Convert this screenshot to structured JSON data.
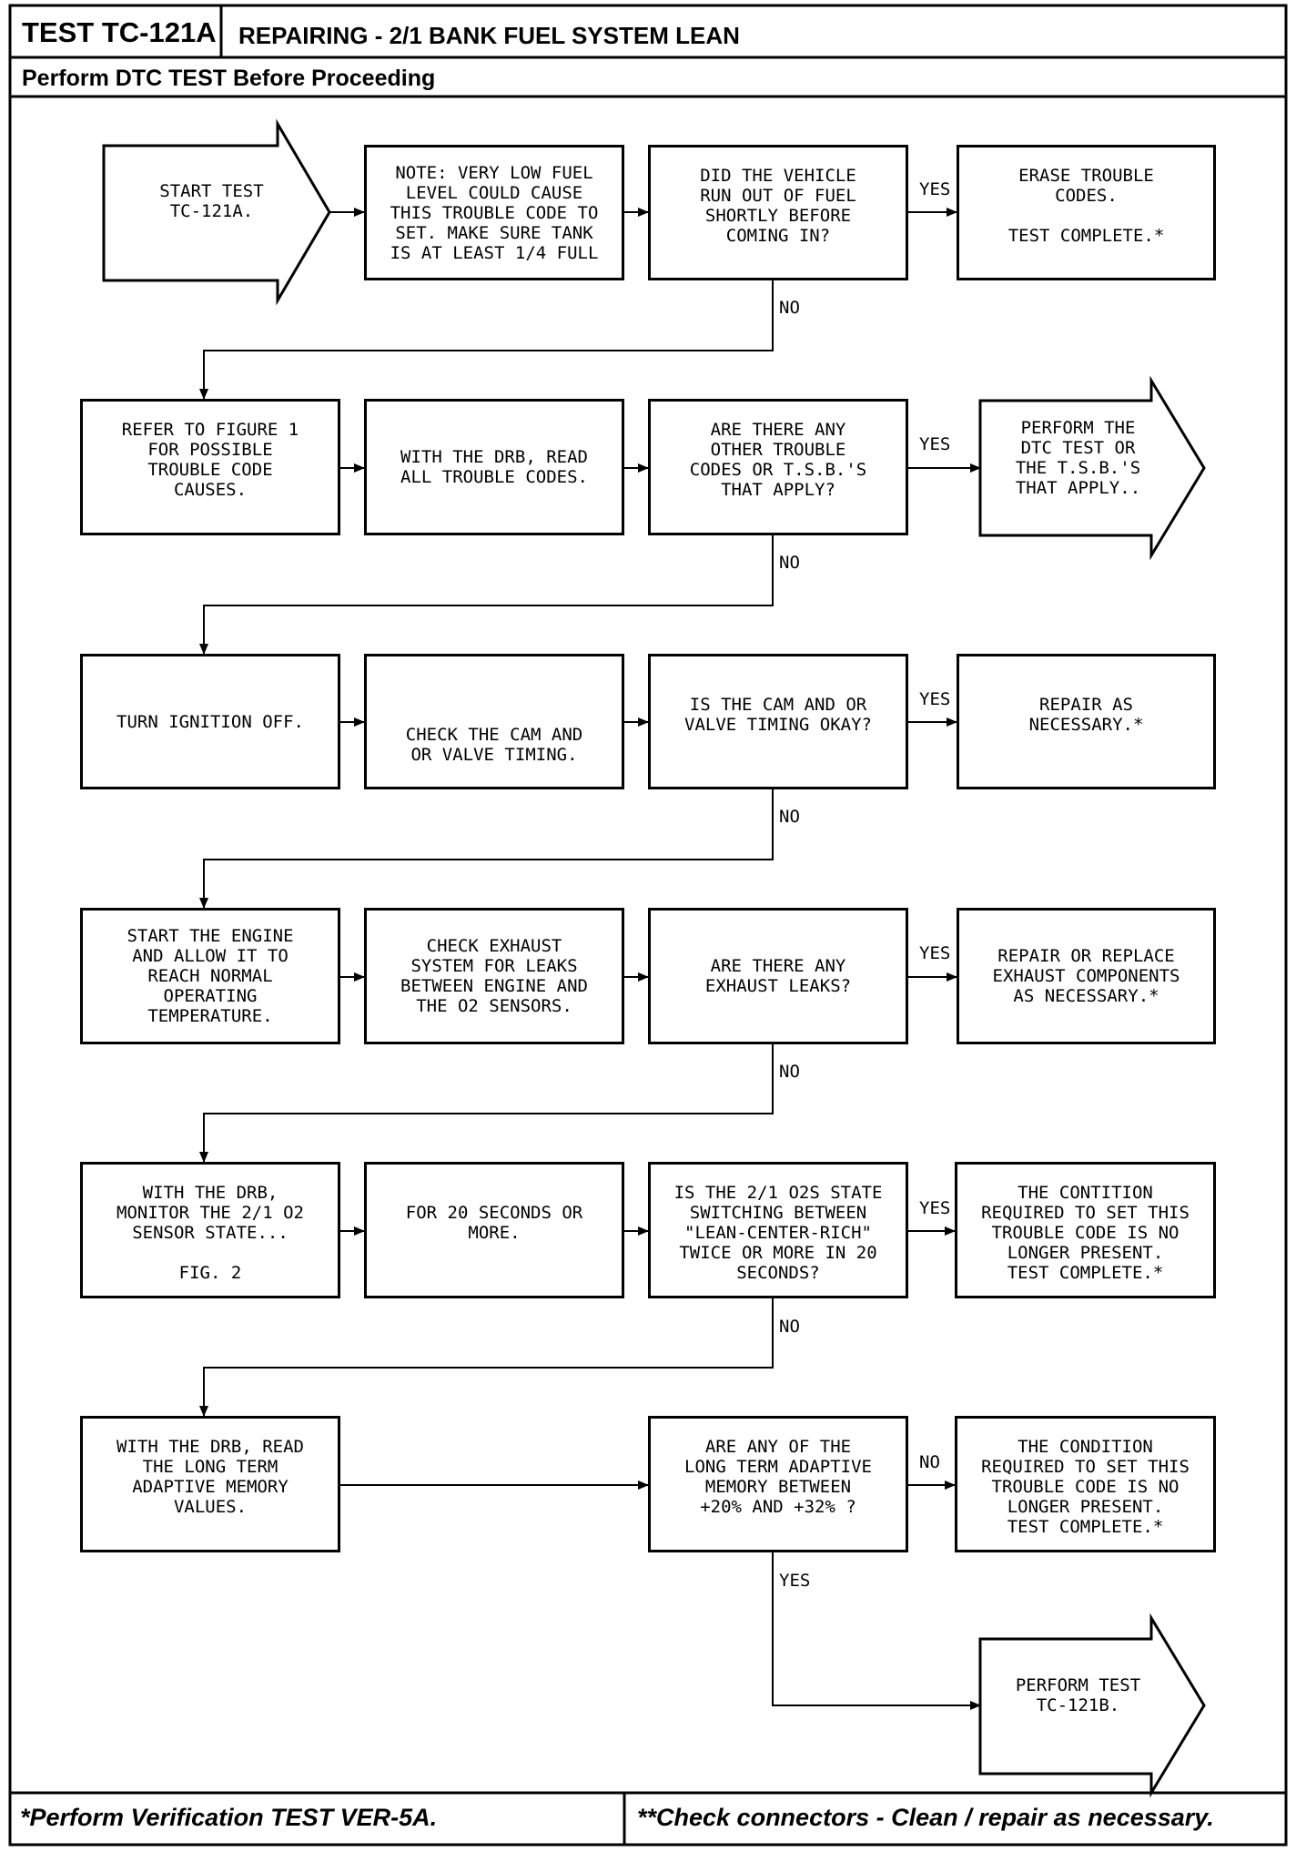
{
  "header": {
    "test_id": "TEST TC-121A",
    "title": "REPAIRING - 2/1 BANK FUEL SYSTEM LEAN",
    "subtitle": "Perform DTC TEST Before Proceeding"
  },
  "nodes": {
    "start": "START TEST\nTC-121A.",
    "note": "NOTE: VERY LOW FUEL\nLEVEL COULD CAUSE\nTHIS TROUBLE CODE TO\nSET. MAKE SURE TANK\nIS AT LEAST 1/4 FULL",
    "q_fuel": "DID THE VEHICLE\nRUN OUT OF FUEL\nSHORTLY BEFORE\nCOMING IN?",
    "erase": "ERASE TROUBLE\nCODES.\n\nTEST COMPLETE.*",
    "refer": "REFER TO FIGURE 1\nFOR POSSIBLE\nTROUBLE CODE\nCAUSES.",
    "read_codes": "WITH THE DRB, READ\nALL TROUBLE CODES.",
    "q_other": "ARE THERE ANY\nOTHER TROUBLE\nCODES OR T.S.B.'S\nTHAT APPLY?",
    "perform_dtc": "PERFORM THE\nDTC TEST OR\nTHE T.S.B.'S\nTHAT APPLY..",
    "ignition": "TURN IGNITION OFF.",
    "check_cam": "CHECK THE CAM AND\nOR VALVE TIMING.",
    "q_cam": "IS THE CAM AND OR\nVALVE TIMING OKAY?",
    "repair": "REPAIR AS\nNECESSARY.*",
    "start_engine": "START THE ENGINE\nAND ALLOW IT TO\nREACH NORMAL\nOPERATING\nTEMPERATURE.",
    "check_exhaust": "CHECK EXHAUST\nSYSTEM FOR LEAKS\nBETWEEN ENGINE AND\nTHE O2 SENSORS.",
    "q_exhaust": "ARE THERE ANY\nEXHAUST LEAKS?",
    "repair_exhaust": "REPAIR OR REPLACE\nEXHAUST COMPONENTS\nAS NECESSARY.*",
    "monitor": "WITH THE DRB,\nMONITOR THE 2/1 O2\nSENSOR STATE...\n\nFIG. 2",
    "seconds": "FOR 20 SECONDS OR\nMORE.",
    "q_switch": "IS THE 2/1 O2S STATE\nSWITCHING BETWEEN\n\"LEAN-CENTER-RICH\"\nTWICE OR MORE IN 20\nSECONDS?",
    "contition": "THE CONTITION\nREQUIRED TO SET THIS\nTROUBLE CODE IS NO\nLONGER PRESENT.\nTEST COMPLETE.*",
    "read_ltm": "WITH THE DRB, READ\nTHE LONG TERM\nADAPTIVE MEMORY\nVALUES.",
    "q_ltm": "ARE ANY OF THE\nLONG TERM ADAPTIVE\nMEMORY BETWEEN\n+20% AND +32% ?",
    "condition": "THE CONDITION\nREQUIRED TO SET THIS\nTROUBLE CODE IS NO\nLONGER PRESENT.\nTEST COMPLETE.*",
    "perform_b": "PERFORM TEST\nTC-121B."
  },
  "labels": {
    "yes": "YES",
    "no": "NO"
  },
  "footer": {
    "left": "*Perform Verification TEST VER-5A.",
    "right": "**Check connectors - Clean / repair as necessary."
  }
}
